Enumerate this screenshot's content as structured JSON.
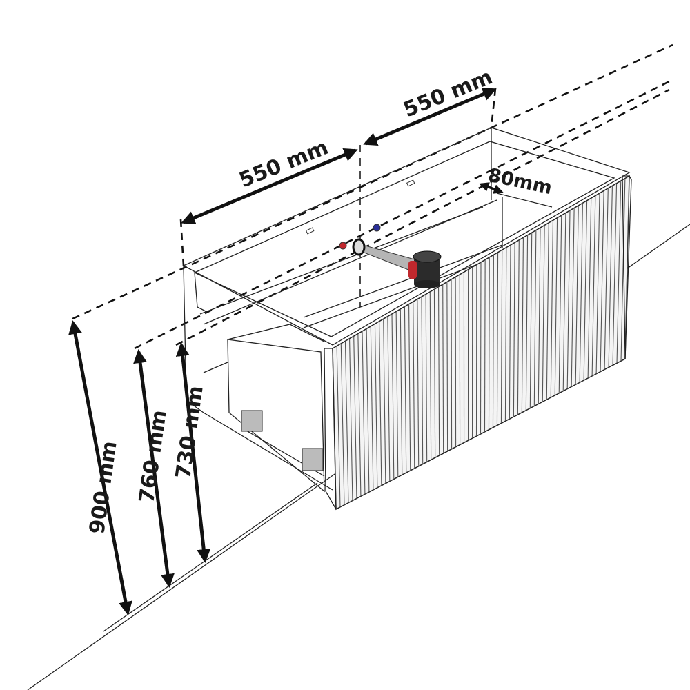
{
  "dimensions": {
    "width_left": "550 mm",
    "width_right": "550 mm",
    "inset": "80mm",
    "height_top": "900 mm",
    "height_mid": "760 mm",
    "height_low": "730 mm"
  },
  "colors": {
    "hot_water": "#c0282d",
    "cold_water": "#2a2f9a",
    "siphon": "#2b2b2b",
    "pipe": "#b5b5b5"
  }
}
